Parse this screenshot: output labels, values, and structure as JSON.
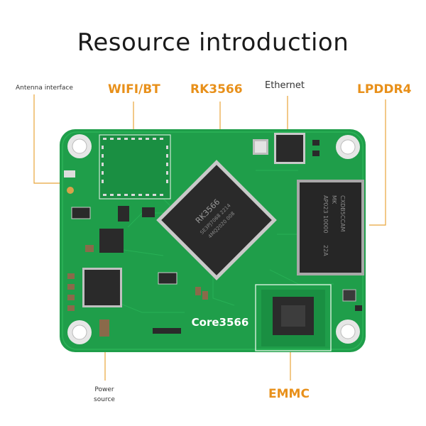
{
  "title": "Resource introduction",
  "labels": {
    "antenna": "Antenna interface",
    "wifi": "WIFI/BT",
    "soc": "RK3566",
    "ethernet": "Ethernet",
    "lpddr": "LPDDR4",
    "power_line1": "Power",
    "power_line2": "source",
    "emmc": "EMMC"
  },
  "board": {
    "silkscreen": "Core3566",
    "soc_marking": [
      "RK3566",
      "SE3PJ7068 2214",
      "4MQ2020 008"
    ],
    "ram_marking": [
      "CXDB5CCAM",
      "MK",
      "AP023 10000",
      "22A"
    ]
  },
  "colors": {
    "accent": "#e8901a",
    "pcb": "#1f9e4a",
    "pcb_dark": "#157a37",
    "chip": "#2a2a2a"
  }
}
